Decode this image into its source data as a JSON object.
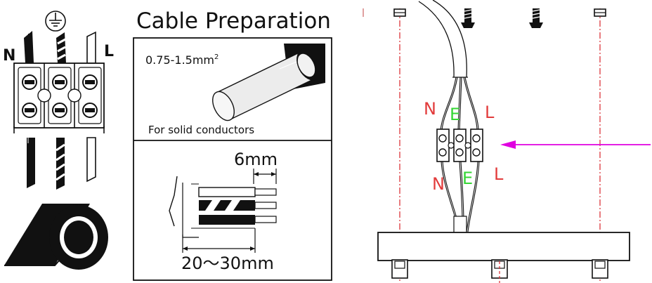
{
  "terminal_diagram": {
    "left_label": "N",
    "right_label": "L",
    "ground_symbol": "earth-ground-icon"
  },
  "cable_preparation": {
    "title": "Cable Preparation",
    "wire_gauge": "0.75-1.5mm",
    "wire_gauge_exp": "2",
    "conductor_note": "For solid conductors",
    "strip_length": "6mm",
    "sheath_length": "20〜30mm"
  },
  "installation": {
    "upper_labels": [
      "N",
      "E",
      "L"
    ],
    "lower_labels": [
      "N",
      "E",
      "L"
    ],
    "colors": {
      "live_neutral": "#e23b3b",
      "earth": "#35d635",
      "arrow": "#e000e0",
      "centerline": "#d9262b"
    }
  }
}
